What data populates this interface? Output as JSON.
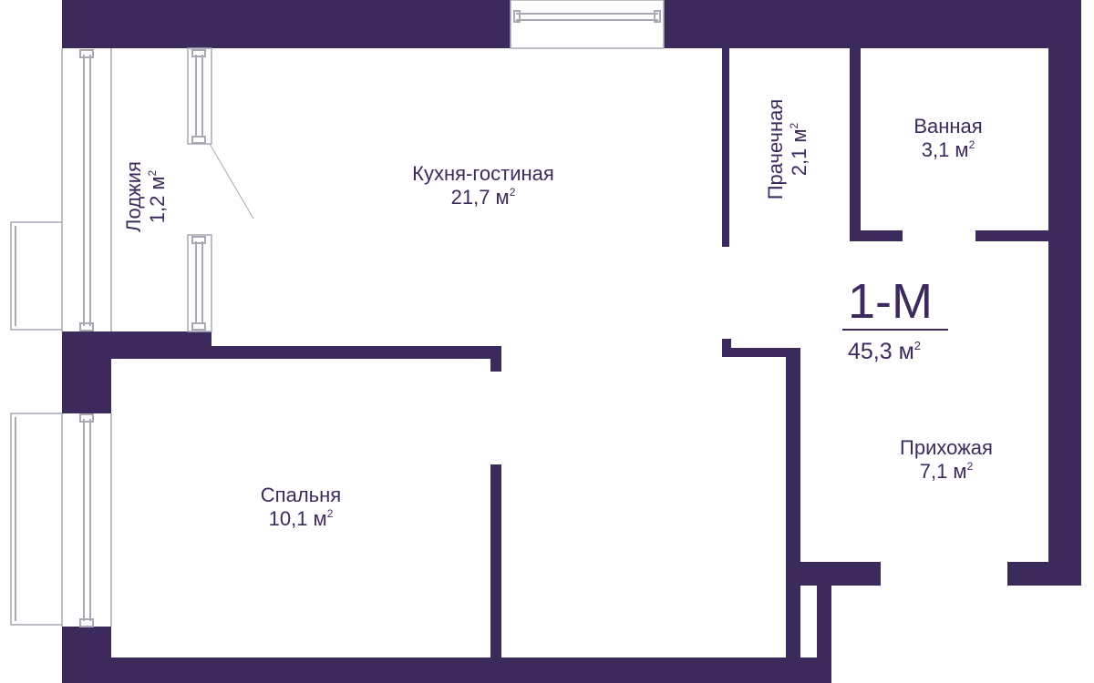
{
  "colors": {
    "wall": "#3d2a5c",
    "window_frame": "#a9a9b5",
    "background": "#ffffff"
  },
  "apartment": {
    "type": "1-М",
    "area_value": "45,3 м",
    "area_exp": "2"
  },
  "rooms": [
    {
      "id": "loggia",
      "name": "Лоджия",
      "area_value": "1,2 м",
      "area_exp": "2"
    },
    {
      "id": "kitchen_living",
      "name": "Кухня-гостиная",
      "area_value": "21,7 м",
      "area_exp": "2"
    },
    {
      "id": "laundry",
      "name": "Прачечная",
      "area_value": "2,1 м",
      "area_exp": "2"
    },
    {
      "id": "bathroom",
      "name": "Ванная",
      "area_value": "3,1 м",
      "area_exp": "2"
    },
    {
      "id": "hallway",
      "name": "Прихожая",
      "area_value": "7,1 м",
      "area_exp": "2"
    },
    {
      "id": "bedroom",
      "name": "Спальня",
      "area_value": "10,1 м",
      "area_exp": "2"
    }
  ]
}
